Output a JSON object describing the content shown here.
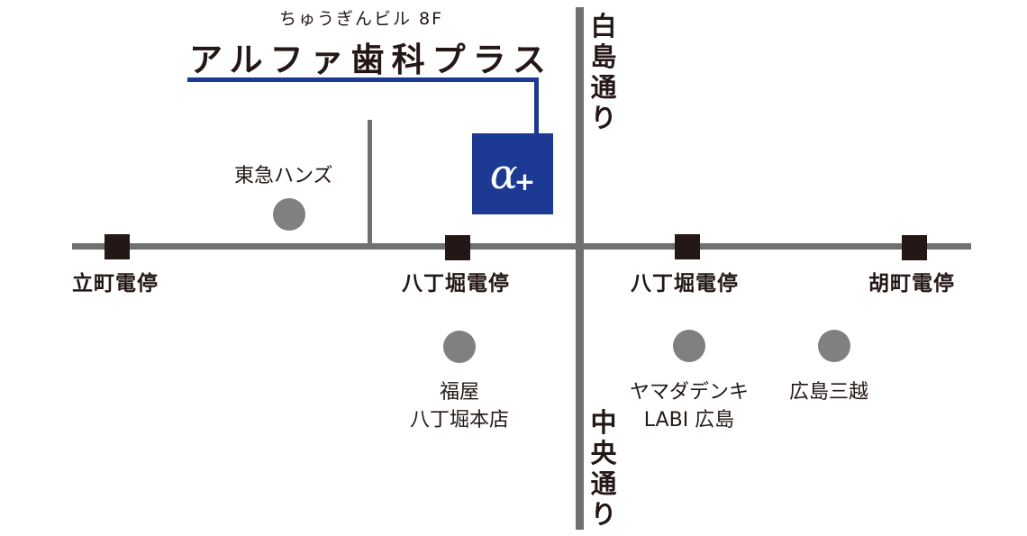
{
  "clinic": {
    "building": "ちゅうぎんビル 8F",
    "name": "アルファ歯科プラス",
    "logo_symbol": "α",
    "logo_plus": "+",
    "brand_color": "#1c3a93"
  },
  "streets": {
    "vertical_north": "白島通り",
    "vertical_south": "中央通り"
  },
  "stations": [
    {
      "label": "立町電停"
    },
    {
      "label": "八丁堀電停"
    },
    {
      "label": "八丁堀電停"
    },
    {
      "label": "胡町電停"
    }
  ],
  "landmarks": [
    {
      "label": "東急ハンズ"
    },
    {
      "label_line1": "福屋",
      "label_line2": "八丁堀本店"
    },
    {
      "label_line1": "ヤマダデンキ",
      "label_line2": "LABI 広島"
    },
    {
      "label": "広島三越"
    }
  ],
  "colors": {
    "road": "#707070",
    "station": "#231815",
    "landmark": "#808080"
  }
}
